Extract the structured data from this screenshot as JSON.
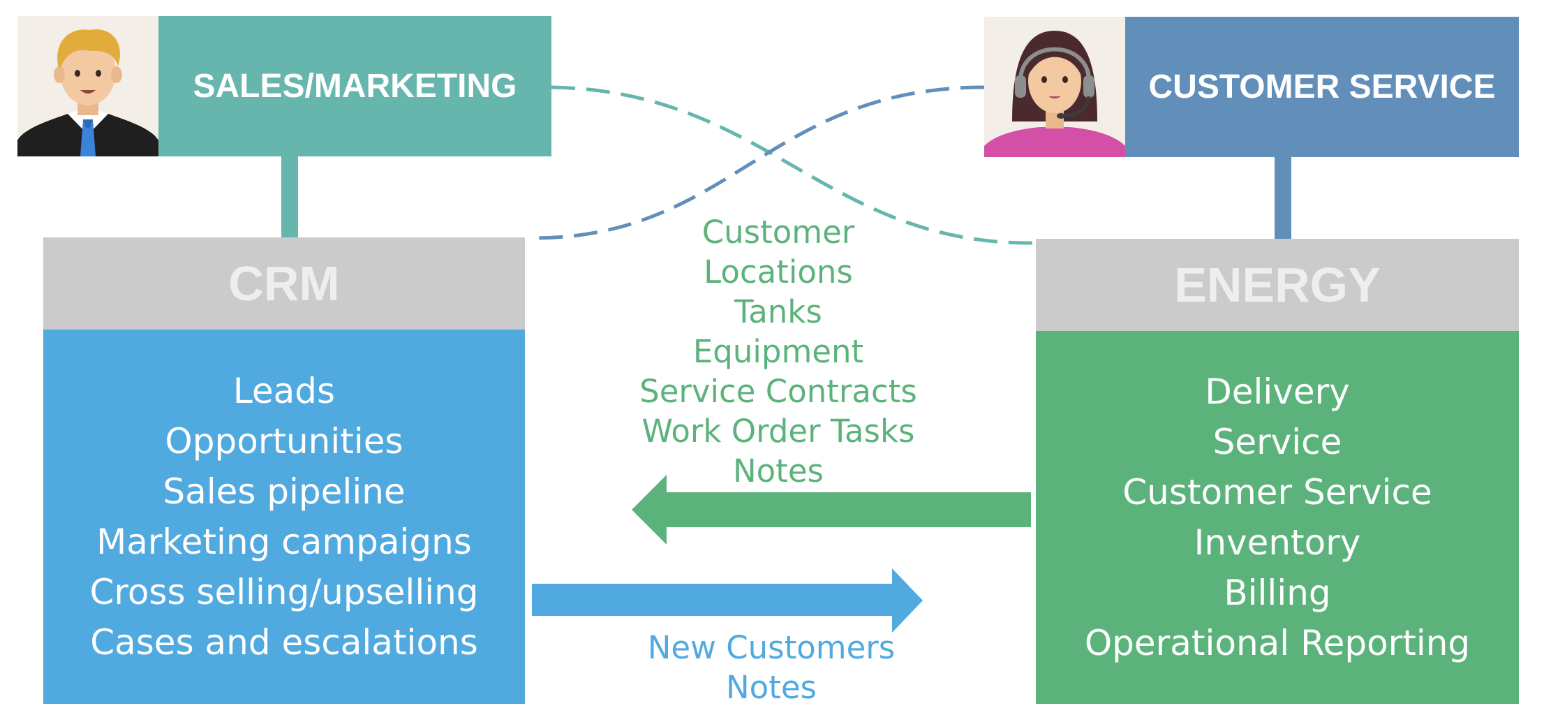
{
  "roles": {
    "sales": {
      "label": "SALES/MARKETING",
      "color": "#66b6ad"
    },
    "service": {
      "label": "CUSTOMER SERVICE",
      "color": "#628fba"
    }
  },
  "systems": {
    "crm": {
      "title": "CRM",
      "color": "#50a9df",
      "items": [
        "Leads",
        "Opportunities",
        "Sales pipeline",
        "Marketing campaigns",
        "Cross selling/upselling",
        "Cases and escalations"
      ]
    },
    "energy": {
      "title": "ENERGY",
      "color": "#5bb37b",
      "items": [
        "Delivery",
        "Service",
        "Customer Service",
        "Inventory",
        "Billing",
        "Operational Reporting"
      ]
    }
  },
  "flows": {
    "energy_to_crm": {
      "color": "#5bb37b",
      "items": [
        "Customer",
        "Locations",
        "Tanks",
        "Equipment",
        "Service Contracts",
        "Work Order Tasks",
        "Notes"
      ]
    },
    "crm_to_energy": {
      "color": "#50a9df",
      "items": [
        "New Customers",
        "Notes"
      ]
    }
  },
  "header_gray": "#cbcbcb"
}
